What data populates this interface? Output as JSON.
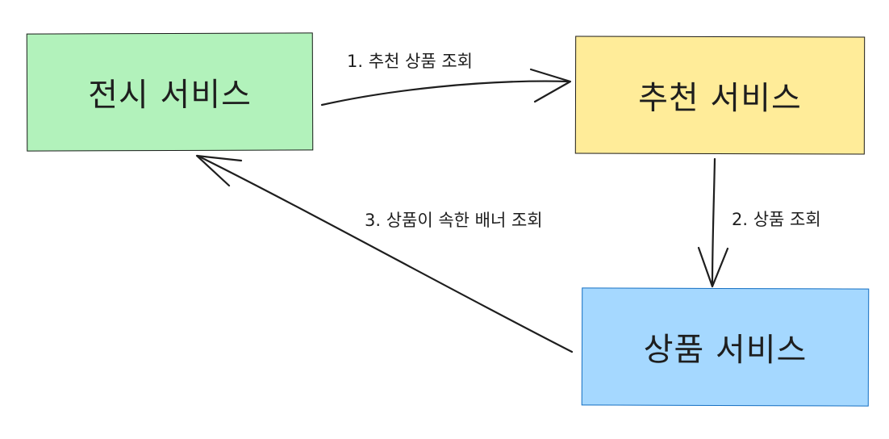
{
  "diagram": {
    "nodes": {
      "display": {
        "label": "전시 서비스",
        "fill": "#b2f2bb"
      },
      "recommend": {
        "label": "추천 서비스",
        "fill": "#ffec99"
      },
      "product": {
        "label": "상품 서비스",
        "fill": "#a5d8ff",
        "stroke": "#1971c2"
      }
    },
    "edges": {
      "step1": {
        "label": "1. 추천 상품 조회",
        "from": "display",
        "to": "recommend"
      },
      "step2": {
        "label": "2. 상품 조회",
        "from": "recommend",
        "to": "product"
      },
      "step3": {
        "label": "3. 상품이 속한 배너 조회",
        "from": "product",
        "to": "display"
      }
    },
    "stroke_color": "#1e1e1e"
  }
}
